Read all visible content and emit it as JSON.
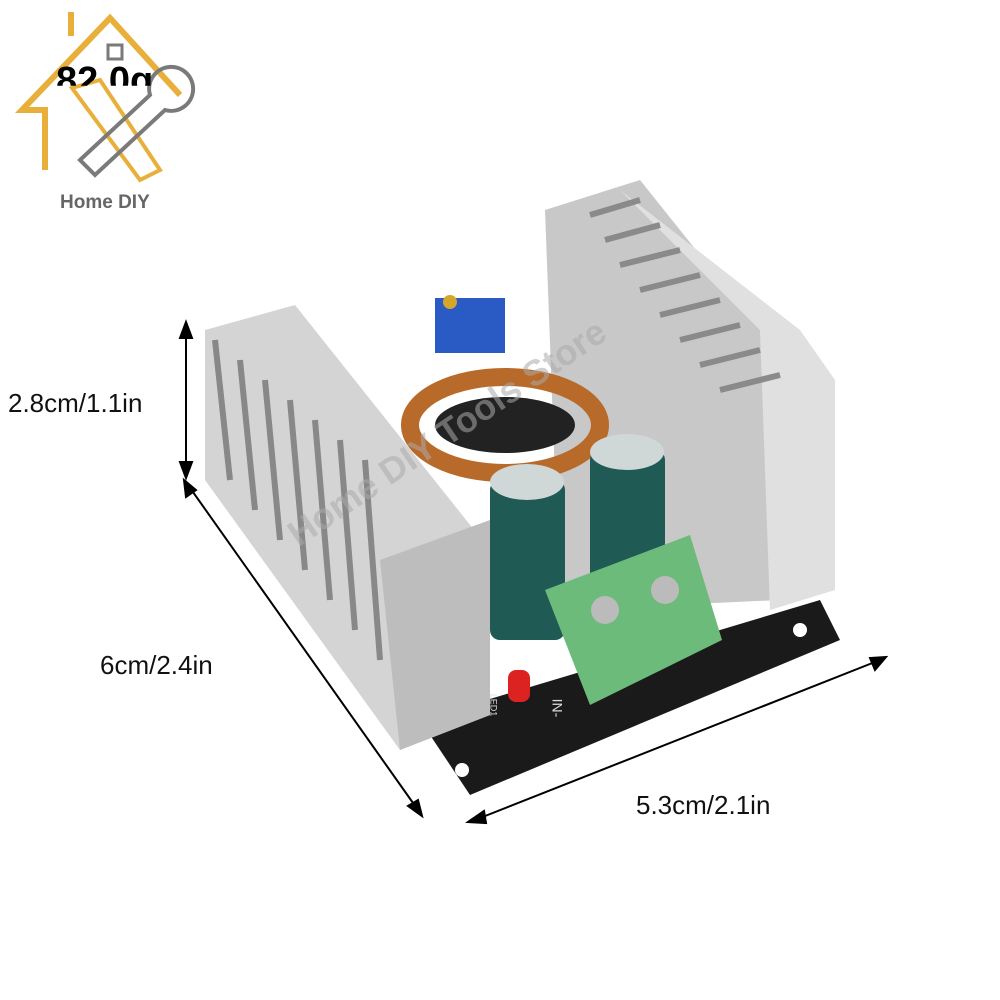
{
  "logo": {
    "text": "Home DIY",
    "weight": "82.0g",
    "colors": {
      "house": "#e8b03a",
      "tools": "#7a7a7a"
    }
  },
  "dimensions": {
    "height": "2.8cm/1.1in",
    "depth": "6cm/2.4in",
    "width": "5.3cm/2.1in"
  },
  "watermark": "Home DIY Tools Store",
  "board_labels": {
    "input": "IN-",
    "led": "LED1"
  }
}
